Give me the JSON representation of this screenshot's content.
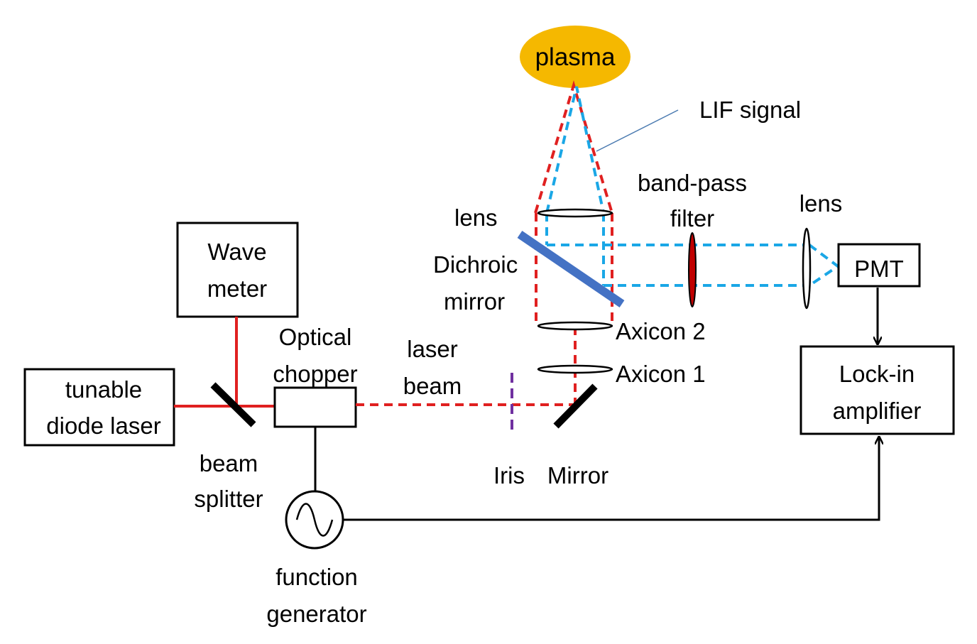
{
  "labels": {
    "plasma": "plasma",
    "lif_signal": "LIF signal",
    "band_pass_line1": "band-pass",
    "band_pass_line2": "filter",
    "lens_top": "lens",
    "lens_right": "lens",
    "dichroic_line1": "Dichroic",
    "dichroic_line2": "mirror",
    "pmt": "PMT",
    "wave_meter_line1": "Wave",
    "wave_meter_line2": "meter",
    "optical_chopper_line1": "Optical",
    "optical_chopper_line2": "chopper",
    "laser_beam_line1": "laser",
    "laser_beam_line2": "beam",
    "axicon2": "Axicon 2",
    "axicon1": "Axicon 1",
    "lockin_line1": "Lock-in",
    "lockin_line2": "amplifier",
    "tunable_line1": "tunable",
    "tunable_line2": "diode laser",
    "beam_splitter_line1": "beam",
    "beam_splitter_line2": "splitter",
    "iris": "Iris",
    "mirror": "Mirror",
    "function_gen_line1": "function",
    "function_gen_line2": "generator"
  },
  "colors": {
    "laser": "#e02020",
    "lif": "#1aa7e6",
    "plasma": "#f5b800",
    "dichroic": "#4472c4",
    "iris": "#7030a0",
    "filter": "#c00000"
  }
}
